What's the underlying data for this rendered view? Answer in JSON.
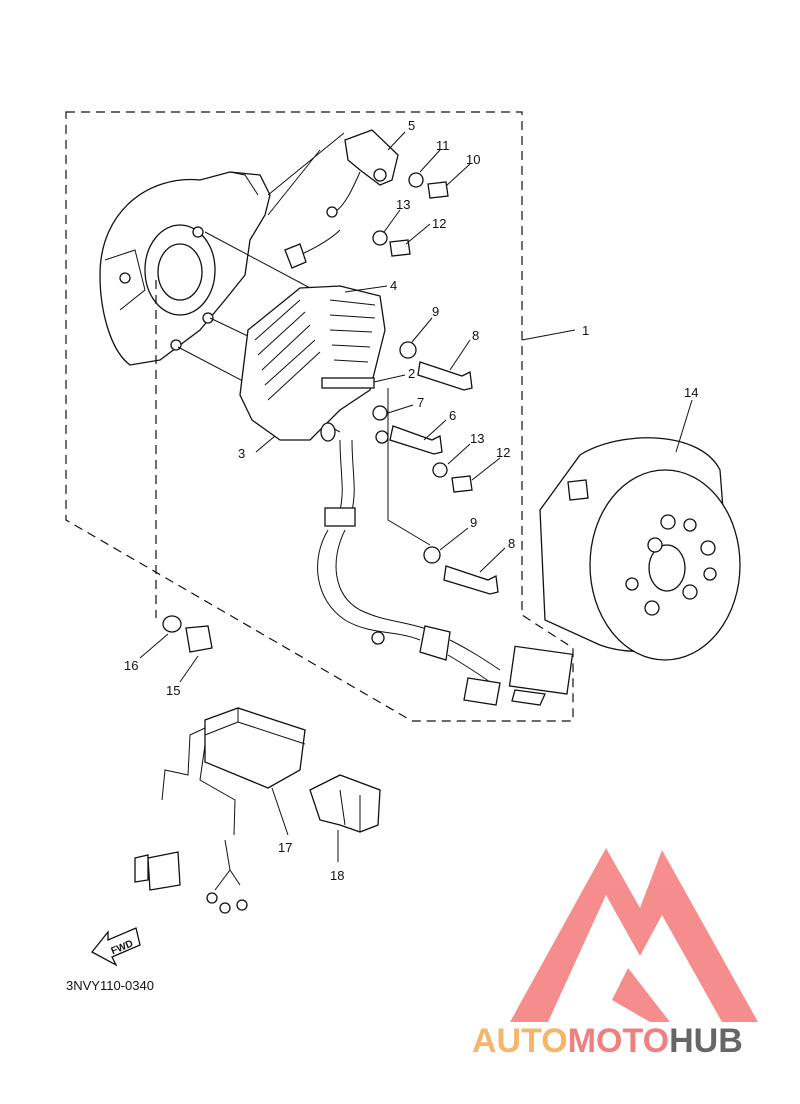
{
  "callouts": [
    "1",
    "2",
    "3",
    "4",
    "5",
    "6",
    "7",
    "8",
    "8",
    "9",
    "9",
    "10",
    "11",
    "12",
    "12",
    "13",
    "13",
    "14",
    "15",
    "16",
    "17",
    "18"
  ],
  "diagram_code": "3NVY110-0340",
  "fwd_label": "FWD",
  "watermark": {
    "part1": "AUTO",
    "part2": "MOTO",
    "part3": "HUB",
    "colors": {
      "auto": "#f5b66a",
      "moto": "#f08080",
      "hub": "#666666",
      "logo": "#f47a7a"
    }
  }
}
